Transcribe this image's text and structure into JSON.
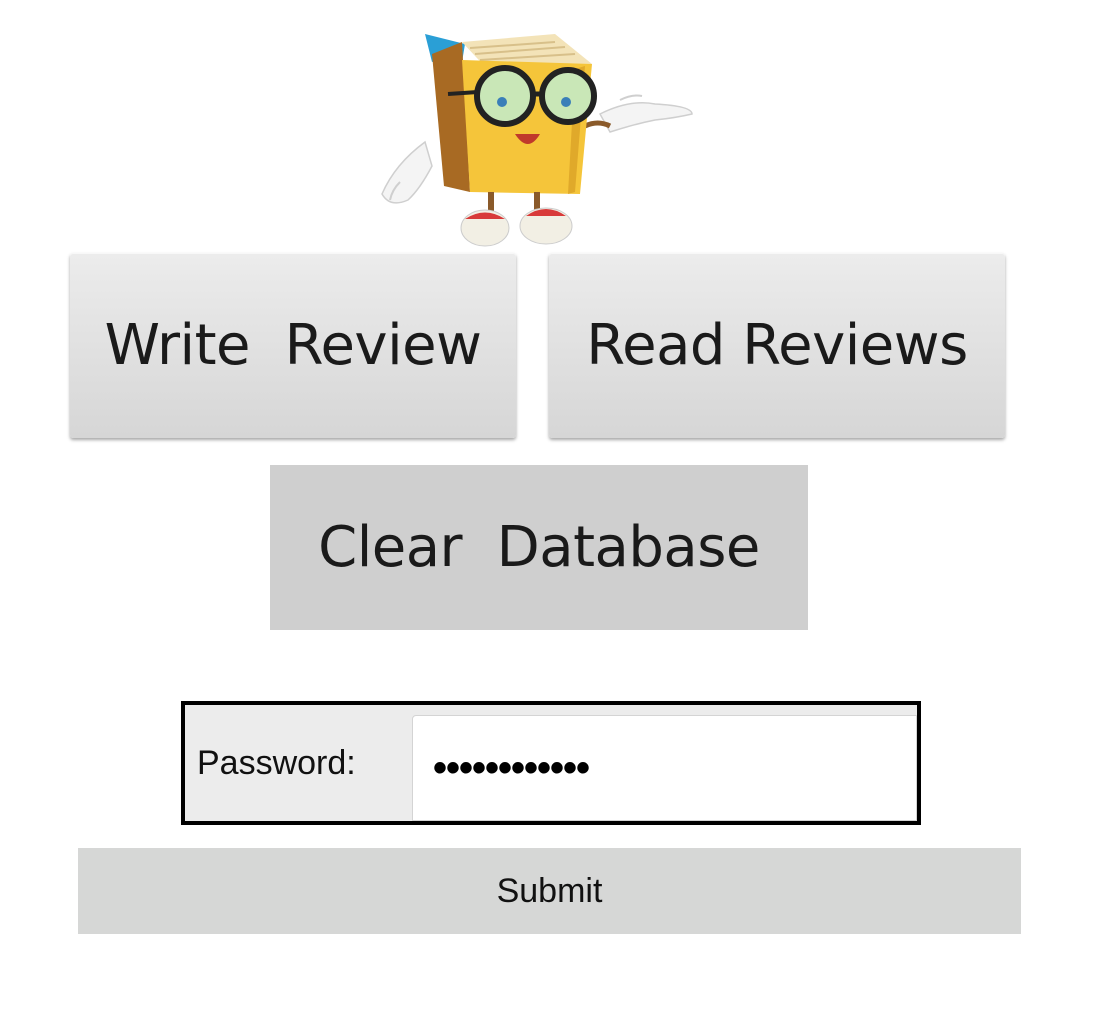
{
  "buttons": {
    "write_review": "Write  Review",
    "read_reviews": "Read Reviews",
    "clear_database": "Clear  Database"
  },
  "login": {
    "password_label": "Password:",
    "password_value": "••••••••••••"
  },
  "submit_label": "Submit",
  "mascot": {
    "icon": "book-mascot-icon"
  },
  "colors": {
    "button_bg": "#dcdcdc",
    "clear_bg": "#cfcfcf",
    "submit_bg": "#d6d7d6",
    "border": "#000000"
  }
}
